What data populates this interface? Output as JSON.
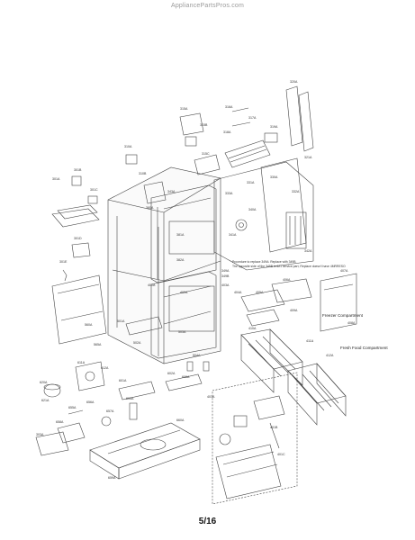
{
  "watermark": "AppliancePartsPros.com",
  "page_number": "5/16",
  "note": {
    "line1": "Procedure to replace 349A: Replace with 349B",
    "line2": "The opposite side of the 349B is 621 service part, Replace doesn't have 4MRRESO"
  },
  "compartments": {
    "freezer": "Freezer Compartment",
    "fresh_food": "Fresh Food Compartment"
  },
  "part_labels": [
    "401A",
    "401B",
    "401C",
    "303A",
    "301A",
    "301B",
    "301C",
    "301D",
    "301E",
    "310A",
    "310B",
    "315A",
    "315B",
    "315C",
    "316A",
    "317A",
    "318A",
    "319A",
    "320A",
    "321A",
    "330A",
    "331A",
    "332A",
    "333A",
    "340A",
    "341A",
    "342A",
    "343A",
    "349A",
    "349B",
    "380A",
    "381A",
    "382A",
    "400A",
    "402A",
    "403A",
    "404A",
    "405A",
    "406A",
    "407A",
    "408A",
    "409A",
    "410A",
    "411A",
    "412A",
    "501A",
    "502A",
    "503A",
    "504A",
    "560A",
    "565A",
    "601A",
    "602A",
    "605A",
    "606A",
    "611A",
    "612A",
    "620A",
    "621A",
    "655A",
    "656A",
    "657A",
    "658A",
    "659A",
    "660A"
  ]
}
